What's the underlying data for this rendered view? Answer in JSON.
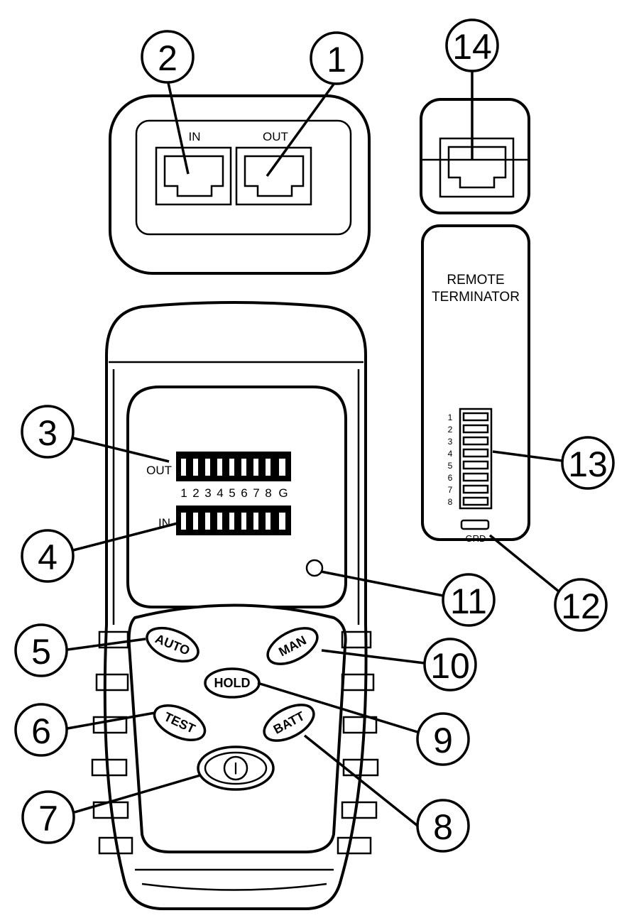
{
  "ports": {
    "in_label": "IN",
    "out_label": "OUT"
  },
  "display": {
    "out_label": "OUT",
    "in_label": "IN",
    "pin_labels": [
      "1",
      "2",
      "3",
      "4",
      "5",
      "6",
      "7",
      "8",
      "G"
    ]
  },
  "buttons": {
    "auto": "AUTO",
    "man": "MAN",
    "hold": "HOLD",
    "test": "TEST",
    "batt": "BATT",
    "power": "I"
  },
  "remote": {
    "title_line1": "REMOTE",
    "title_line2": "TERMINATOR",
    "led_labels": [
      "1",
      "2",
      "3",
      "4",
      "5",
      "6",
      "7",
      "8"
    ],
    "grd_label": "GRD"
  },
  "callouts": [
    "1",
    "2",
    "3",
    "4",
    "5",
    "6",
    "7",
    "8",
    "9",
    "10",
    "11",
    "12",
    "13",
    "14"
  ]
}
